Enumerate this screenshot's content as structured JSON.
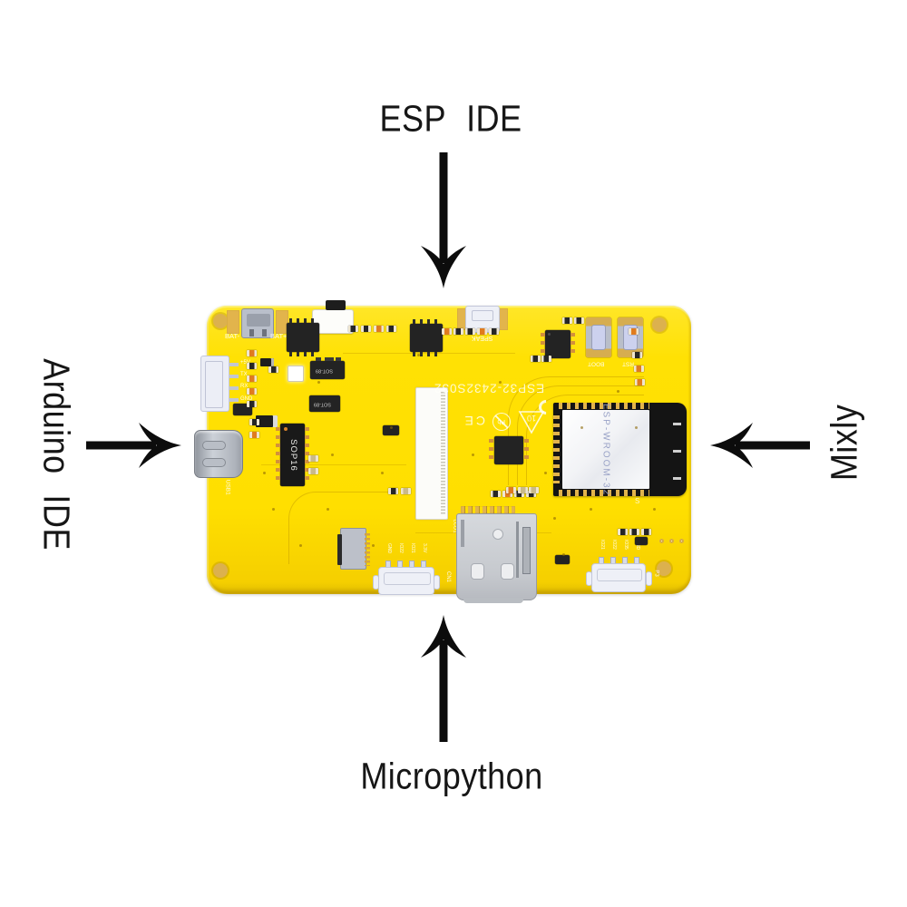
{
  "figure": {
    "description": "ESP32 development board supported IDEs diagram",
    "colors": {
      "background": "#ffffff",
      "arrow": "#0c0c0c",
      "label_text": "#161616",
      "pcb_yellow": "#ffe103",
      "module_black": "#141414",
      "module_label_blue": "#98a1c6",
      "metal_gray": "#c9cdd4",
      "gold": "#e2b44c"
    }
  },
  "labels": {
    "top": "ESP IDE",
    "left": "Arduino IDE",
    "right": "Mixly",
    "bottom": "Micropython"
  },
  "arrows": [
    {
      "name": "top-arrow",
      "direction": "down"
    },
    {
      "name": "left-arrow",
      "direction": "right"
    },
    {
      "name": "right-arrow",
      "direction": "left"
    },
    {
      "name": "bottom-arrow",
      "direction": "up"
    }
  ],
  "board": {
    "silkscreen_model": "ESP32-2432S032",
    "module": "ESP-WROOM-32",
    "chip_sop16": "SOP16",
    "chip_sot89a": "SOT-89",
    "chip_sot89b": "SOT-89",
    "bat_neg": "BAT-",
    "bat_pos": "BAT+",
    "usb": "USB1",
    "speaker": "SPEAK",
    "boot_button": "BOOT",
    "reset_button": "RST",
    "lcd_connector": "LCD1",
    "cn1": "CN1",
    "p3": "P3",
    "s_mark": "S",
    "cert_pb": "Pb",
    "cert_ce": "CE",
    "uart_pins": [
      "+5V",
      "TX",
      "RX",
      "GND"
    ],
    "io_pins_cn1": [
      "GND",
      "IO22",
      "IO21",
      "3.3V"
    ],
    "io_pins_p3": [
      "IO21",
      "IO22",
      "IO35",
      "GND"
    ]
  }
}
